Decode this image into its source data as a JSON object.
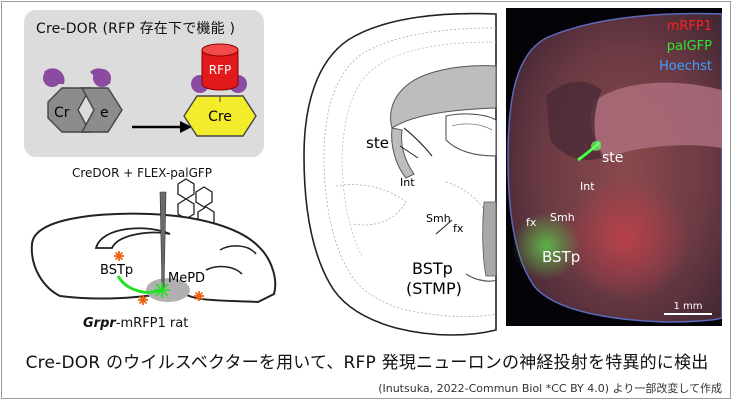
{
  "panel_a": {
    "title": "Cre-DOR (RFP 存在下で機能 )",
    "split_left": "Cr",
    "split_right": "e",
    "cap_label": "RFP",
    "assembled_label": "Cre"
  },
  "panel_b": {
    "vector_label": "CreDOR + FLEX-palGFP",
    "bstp_label": "BSTp",
    "mepd_label": "MePD",
    "rat_prefix": "Grpr",
    "rat_suffix": "-mRFP1 rat"
  },
  "atlas": {
    "ste": "ste",
    "int": "Int",
    "smh": "Smh",
    "fx": "fx",
    "bstp": "BSTp",
    "stmp": "(STMP)"
  },
  "micrograph": {
    "legend_red": "mRFP1",
    "legend_green": "palGFP",
    "legend_blue": "Hoechst",
    "ste": "ste",
    "int": "Int",
    "fx": "fx",
    "smh": "Smh",
    "bstp": "BSTp",
    "scale": "1 mm",
    "colors": {
      "red": "#ff2020",
      "green": "#2ee62e",
      "blue": "#3aa0ff"
    }
  },
  "caption": "Cre-DOR のウイルスベクターを用いて、RFP 発現ニューロンの神経投射を特異的に検出",
  "citation": "(Inutsuka, 2022-Commun Biol *CC BY 4.0) より一部改変して作成"
}
